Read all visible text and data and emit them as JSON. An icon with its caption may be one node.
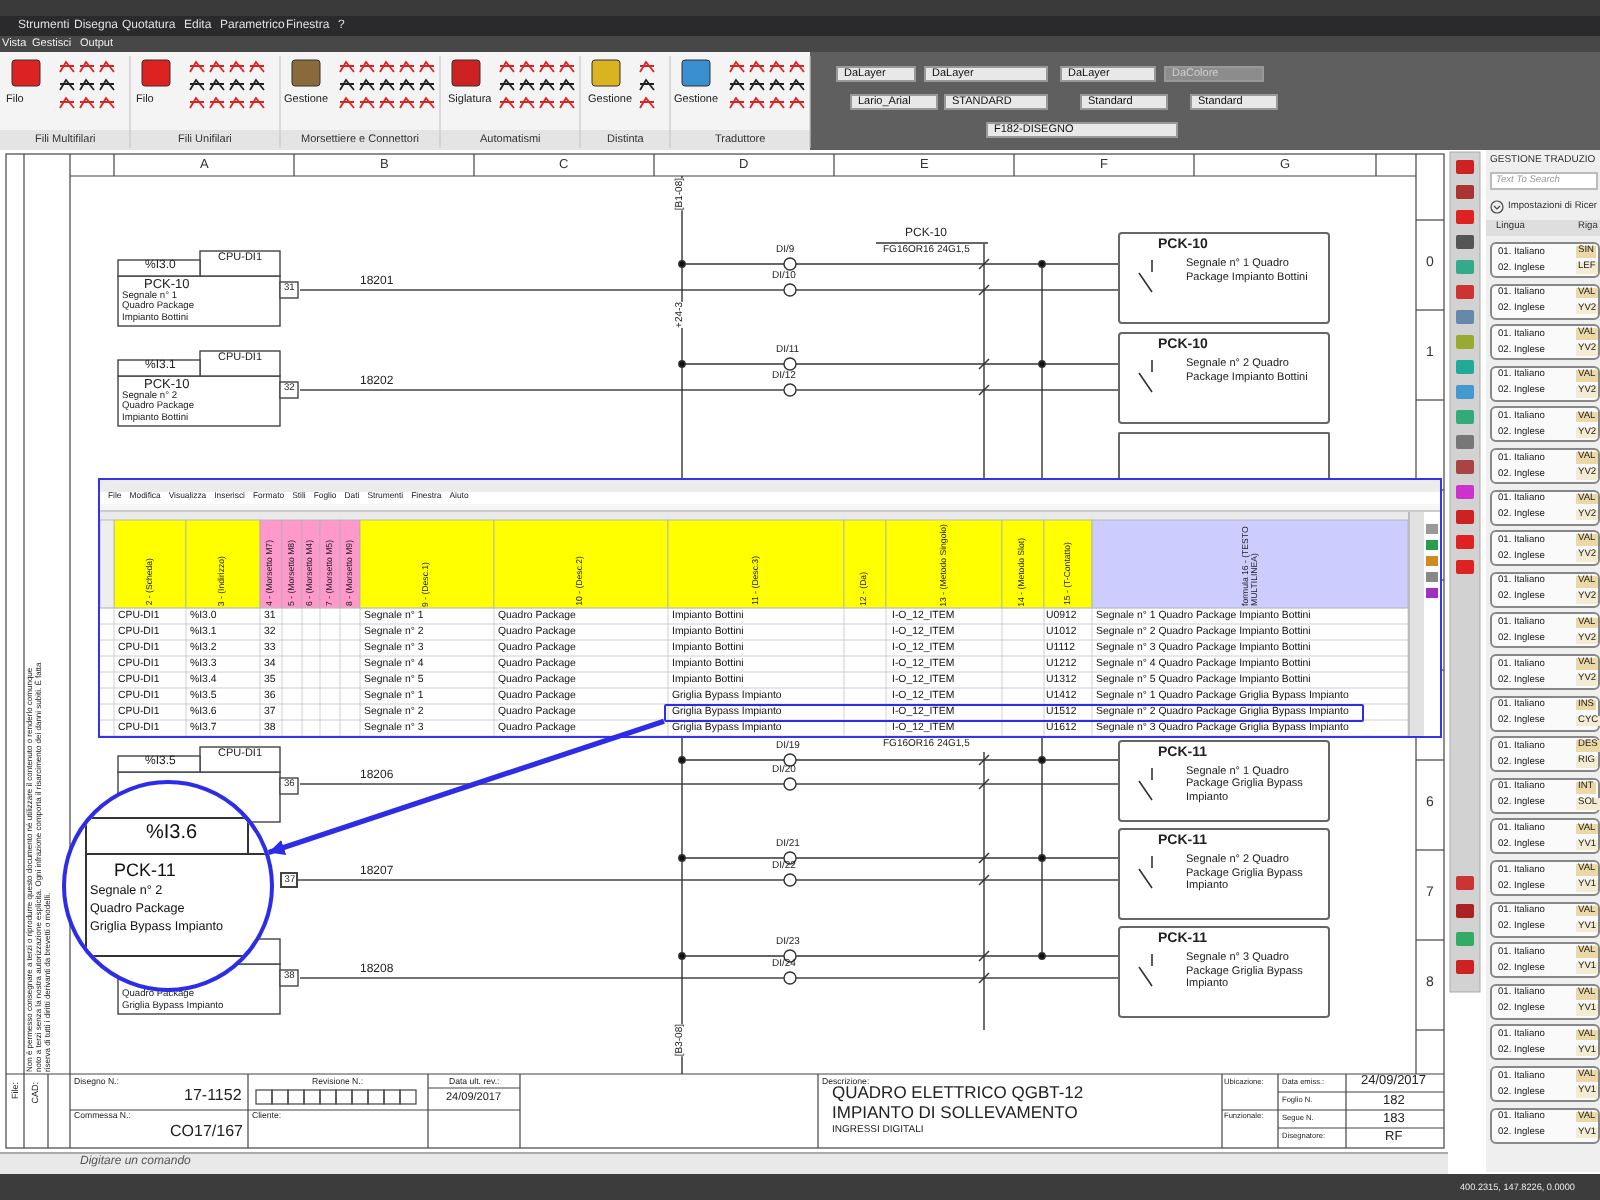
{
  "diagram": {
    "nodes": [
      {
        "text": [
          "%I3.0",
          "CPU-DI1",
          "PCK-10",
          "Segnale n° 1",
          "Quadro Package",
          "Impianto Bottini",
          "31"
        ]
      },
      {
        "text": [
          "%I3.1",
          "CPU-DI1",
          "PCK-10",
          "Segnale n° 2",
          "Quadro Package",
          "Impianto Bottini",
          "32"
        ]
      },
      {
        "text": [
          "%I3.5",
          "CPU-DI1",
          "36"
        ]
      },
      {
        "text": [
          "37"
        ]
      },
      {
        "text": [
          "Quadro Package",
          "Griglia Bypass Impianto",
          "38"
        ]
      },
      {
        "text": [
          "%I3.6",
          "PCK-11",
          "Segnale n° 2",
          "Quadro Package",
          "Griglia Bypass Impianto"
        ]
      },
      {
        "text": [],
        "shape": "box"
      },
      {
        "text": [
          "PCK-10",
          "Segnale n° 1 Quadro Package Impianto Bottini"
        ]
      },
      {
        "text": [
          "PCK-10",
          "Segnale n° 2 Quadro Package Impianto Bottini"
        ]
      },
      {
        "text": [],
        "shape": "box"
      },
      {
        "text": [
          "PCK-11",
          "Segnale n° 1 Quadro Package Griglia Bypass Impianto"
        ]
      },
      {
        "text": [
          "PCK-11",
          "Segnale n° 2 Quadro Package Griglia Bypass Impianto"
        ]
      },
      {
        "text": [
          "PCK-11",
          "Segnale n° 3 Quadro Package Griglia Bypass Impianto"
        ]
      }
    ],
    "edges": [
      {
        "from": 0,
        "to": 7,
        "arrow": "none",
        "label": "18201"
      },
      {
        "from": 1,
        "to": 8,
        "arrow": "none",
        "label": "18202"
      },
      {
        "from": 2,
        "to": 10,
        "arrow": "none",
        "label": "18206"
      },
      {
        "from": 3,
        "to": 11,
        "arrow": "none",
        "label": "18207"
      },
      {
        "from": 4,
        "to": 12,
        "arrow": "none",
        "label": "18208"
      },
      {
        "from": 6,
        "to": 5,
        "arrow": "to",
        "style": "thick",
        "color": "#2d2de8"
      }
    ],
    "labels": [
      "Strumenti",
      "Disegna",
      "Quotatura",
      "Edita",
      "Parametrico",
      "Finestra",
      "?",
      "Vista",
      "Gestisci",
      "Output",
      "Filo",
      "Filo",
      "Gestione",
      "Siglatura",
      "Gestione",
      "Gestione",
      "Fili Multifilari",
      "Fili Unifilari",
      "Morsettiere e Connettori",
      "Automatismi",
      "Distinta",
      "Traduttore",
      "DaLayer",
      "DaLayer",
      "DaLayer",
      "DaColore",
      "Lario_Arial",
      "STANDARD",
      "Standard",
      "Standard",
      "F182-DISEGNO",
      "A",
      "B",
      "C",
      "D",
      "E",
      "F",
      "G",
      "0",
      "1",
      "6",
      "7",
      "8",
      "Non è permesso consegnare a terzi o riprodurre questo documento né utilizzare il contenuto o renderlo comunque noto a terzi senza la nostra autorizzazione esplicita. Ogni infrazione comporta il risarcimento dei danni subiti. È fatta riserva di tutti i diritti derivanti da brevetti o modelli.",
      "[B1-08]",
      "PCK-10",
      "DI/9",
      "FG16OR16 24G1,5",
      "DI/10",
      "+24-3",
      "DI/11",
      "DI/12",
      "DI/19",
      "FG16OR16 24G1,5",
      "DI/20",
      "DI/21",
      "DI/22",
      "DI/23",
      "DI/24",
      "[B3-08]",
      "File",
      "Modifica",
      "Visualizza",
      "Inserisci",
      "Formato",
      "Stili",
      "Foglio",
      "Dati",
      "Strumenti",
      "Finestra",
      "Aiuto",
      "2 - (Scheda)",
      "3 - (Indirizzo)",
      "4 - (Morsetto M7)",
      "5 - (Morsetto M8)",
      "6 - (Morsetto M4)",
      "7 - (Morsetto M5)",
      "8 - (Morsetto M9)",
      "9 - (Desc.1)",
      "10 - (Desc.2)",
      "11 - (Desc.3)",
      "12 - (Da)",
      "13 - (Metodo Singolo)",
      "14 - (Metodo Slot)",
      "15 - (T-Contatto)",
      "formula 16 - (TESTO MULTILINEA)",
      "CPU-DI1",
      "%I3.0",
      "31",
      "Segnale n° 1",
      "Quadro Package",
      "Impianto Bottini",
      "I-O_12_ITEM",
      "U0912",
      "Segnale n° 1 Quadro Package Impianto Bottini",
      "CPU-DI1",
      "%I3.1",
      "32",
      "Segnale n° 2",
      "Quadro Package",
      "Impianto Bottini",
      "I-O_12_ITEM",
      "U1012",
      "Segnale n° 2 Quadro Package Impianto Bottini",
      "CPU-DI1",
      "%I3.2",
      "33",
      "Segnale n° 3",
      "Quadro Package",
      "Impianto Bottini",
      "I-O_12_ITEM",
      "U1112",
      "Segnale n° 3 Quadro Package Impianto Bottini",
      "CPU-DI1",
      "%I3.3",
      "34",
      "Segnale n° 4",
      "Quadro Package",
      "Impianto Bottini",
      "I-O_12_ITEM",
      "U1212",
      "Segnale n° 4 Quadro Package Impianto Bottini",
      "CPU-DI1",
      "%I3.4",
      "35",
      "Segnale n° 5",
      "Quadro Package",
      "Impianto Bottini",
      "I-O_12_ITEM",
      "U1312",
      "Segnale n° 5 Quadro Package Impianto Bottini",
      "CPU-DI1",
      "%I3.5",
      "36",
      "Segnale n° 1",
      "Quadro Package",
      "Griglia Bypass Impianto",
      "I-O_12_ITEM",
      "U1412",
      "Segnale n° 1 Quadro Package Griglia Bypass Impianto",
      "CPU-DI1",
      "%I3.6",
      "37",
      "Segnale n° 2",
      "Quadro Package",
      "Griglia Bypass Impianto",
      "I-O_12_ITEM",
      "U1512",
      "Segnale n° 2 Quadro Package Griglia Bypass Impianto",
      "CPU-DI1",
      "%I3.7",
      "38",
      "Segnale n° 3",
      "Quadro Package",
      "Griglia Bypass Impianto",
      "I-O_12_ITEM",
      "U1612",
      "Segnale n° 3 Quadro Package Griglia Bypass Impianto",
      "File:",
      "CAD:",
      "Disegno N.:",
      "17-1152",
      "Commessa N.:",
      "CO17/167",
      "Revisione N.:",
      "Data ult. rev.:",
      "24/09/2017",
      "Cliente:",
      "Descrizione:",
      "QUADRO ELETTRICO QGBT-12",
      "IMPIANTO DI SOLLEVAMENTO",
      "INGRESSI DIGITALI",
      "Ubicazione:",
      "Funzionale:",
      "Data emiss.:",
      "24/09/2017",
      "Foglio N.",
      "182",
      "Segue N.",
      "183",
      "Disegnatore:",
      "RF",
      "Digitare un comando",
      "400.2315, 147.8226, 0.0000",
      "GESTIONE TRADUZIO",
      "Text To Search",
      "Impostazioni di Ricer",
      "Lingua",
      "Riga",
      "01. Italiano",
      "SIN",
      "02. Inglese",
      "LEF",
      "01. Italiano",
      "VAL",
      "02. Inglese",
      "YV2",
      "01. Italiano",
      "VAL",
      "02. Inglese",
      "YV2",
      "01. Italiano",
      "VAL",
      "02. Inglese",
      "YV2",
      "01. Italiano",
      "VAL",
      "02. Inglese",
      "YV2",
      "01. Italiano",
      "VAL",
      "02. Inglese",
      "YV2",
      "01. Italiano",
      "VAL",
      "02. Inglese",
      "YV2",
      "01. Italiano",
      "VAL",
      "02. Inglese",
      "YV2",
      "01. Italiano",
      "VAL",
      "02. Inglese",
      "YV2",
      "01. Italiano",
      "VAL",
      "02. Inglese",
      "YV2",
      "01. Italiano",
      "VAL",
      "02. Inglese",
      "YV2",
      "01. Italiano",
      "INS",
      "02. Inglese",
      "CYC",
      "01. Italiano",
      "DES",
      "02. Inglese",
      "RIG",
      "01. Italiano",
      "INT",
      "02. Inglese",
      "SOL",
      "01. Italiano",
      "VAL",
      "02. Inglese",
      "YV1",
      "01. Italiano",
      "VAL",
      "02. Inglese",
      "YV1",
      "01. Italiano",
      "VAL",
      "02. Inglese",
      "YV1",
      "01. Italiano",
      "VAL",
      "02. Inglese",
      "YV1",
      "01. Italiano",
      "VAL",
      "02. Inglese",
      "YV1",
      "01. Italiano",
      "VAL",
      "02. Inglese",
      "YV1",
      "01. Italiano",
      "VAL",
      "02. Inglese",
      "YV1",
      "01. Italiano",
      "VAL",
      "02. Inglese",
      "YV1"
    ]
  }
}
